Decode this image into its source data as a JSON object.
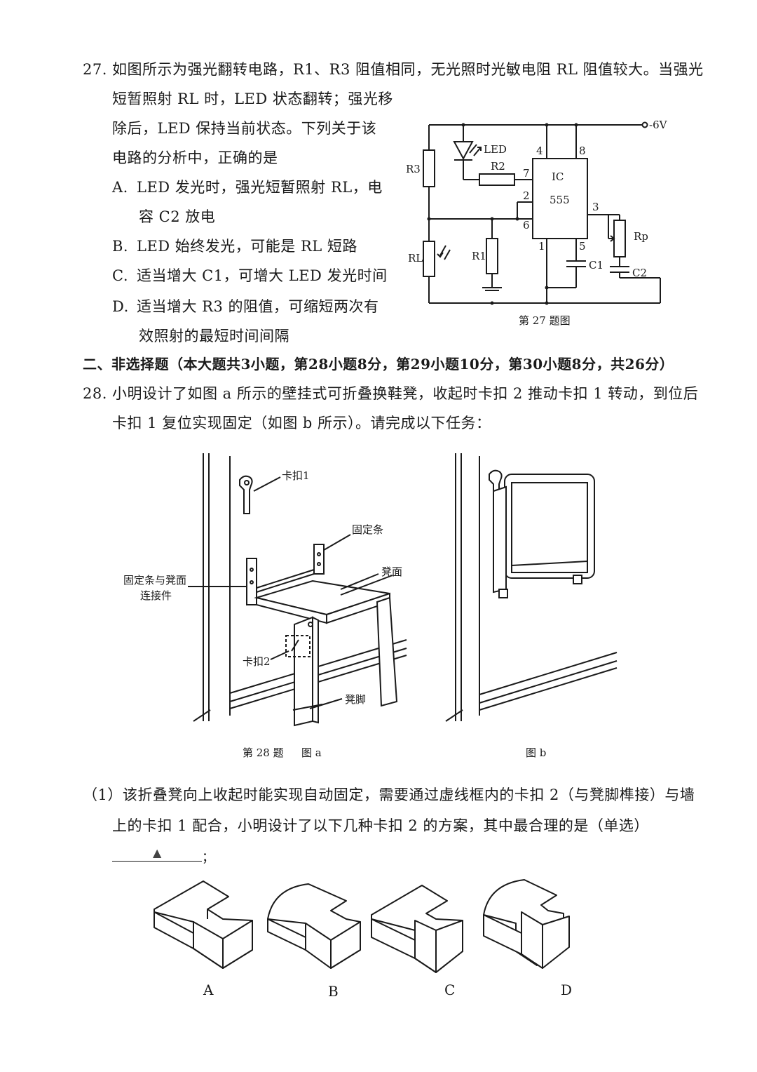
{
  "q27": {
    "number": "27.",
    "line1": "如图所示为强光翻转电路，R1、R3 阻值相同，无光照时光敏电阻 RL 阻值较大。当强光",
    "line2": "短暂照射 RL 时，LED 状态翻转；强光移",
    "line3": "除后，LED 保持当前状态。下列关于该",
    "line4": "电路的分析中，正确的是",
    "options": [
      {
        "letter": "A.",
        "line1": "LED 发光时，强光短暂照射 RL，电",
        "line2": "容 C2 放电"
      },
      {
        "letter": "B.",
        "line1": "LED 始终发光，可能是 RL 短路",
        "line2": ""
      },
      {
        "letter": "C.",
        "line1": "适当增大 C1，可增大 LED 发光时间",
        "line2": ""
      },
      {
        "letter": "D.",
        "line1": "适当增大 R3 的阻值，可缩短两次有",
        "line2": "效照射的最短时间间隔"
      }
    ],
    "figure": {
      "caption": "第 27 题图",
      "supply": "-6V",
      "labels": {
        "r3": "R3",
        "rl": "RL",
        "r1": "R1",
        "led": "LED",
        "r2": "R2",
        "ic": "IC",
        "ic_num": "555",
        "rp": "Rp",
        "c1": "C1",
        "c2": "C2"
      },
      "pins": {
        "p4": "4",
        "p8": "8",
        "p7": "7",
        "p2": "2",
        "p6": "6",
        "p3": "3",
        "p1": "1",
        "p5": "5"
      }
    }
  },
  "section2": {
    "heading": "二、非选择题（本大题共3小题，第28小题8分，第29小题10分，第30小题8分，共26分）"
  },
  "q28": {
    "number": "28.",
    "line1": "小明设计了如图 a 所示的壁挂式可折叠换鞋凳，收起时卡扣 2 推动卡扣 1 转动，到位后",
    "line2": "卡扣 1 复位实现固定（如图 b 所示）。请完成以下任务：",
    "fig_a": {
      "caption_prefix": "第 28 题",
      "caption": "图 a",
      "labels": {
        "clip1": "卡扣1",
        "strip": "固定条",
        "connector_line1": "固定条与凳面",
        "connector_line2": "连接件",
        "seat": "凳面",
        "clip2": "卡扣2",
        "leg": "凳脚"
      }
    },
    "fig_b": {
      "caption": "图 b"
    },
    "sub1": {
      "line1": "（1）该折叠凳向上收起时能实现自动固定，需要通过虚线框内的卡扣 2（与凳脚榫接）与墙",
      "line2": "上的卡扣 1 配合，小明设计了以下几种卡扣 2 的方案，其中最合理的是（单选）",
      "blank_mark": "▲",
      "blank_end": "；"
    },
    "choices": [
      "A",
      "B",
      "C",
      "D"
    ]
  }
}
